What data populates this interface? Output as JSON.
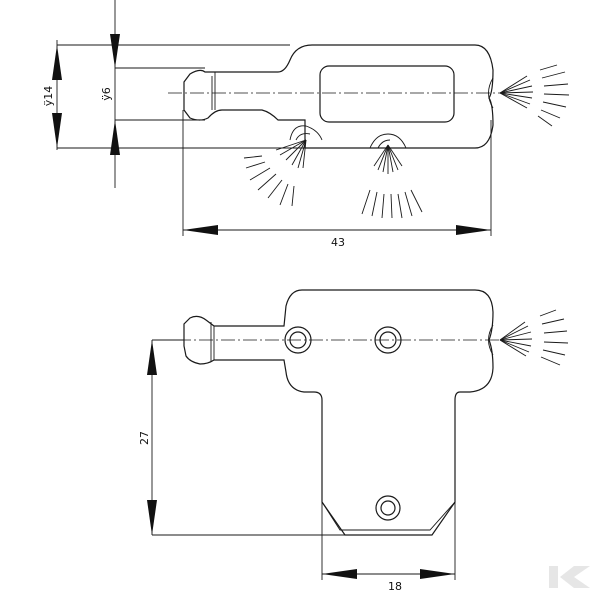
{
  "top_view": {
    "dim_outer_diameter": "ÿ14",
    "dim_inner_diameter": "ÿ6",
    "dim_length": "43"
  },
  "bottom_view": {
    "dim_height": "27",
    "dim_width": "18"
  },
  "logo": {
    "name": "brand-logo-k",
    "letter": "K",
    "color": "#e6e6e6"
  }
}
